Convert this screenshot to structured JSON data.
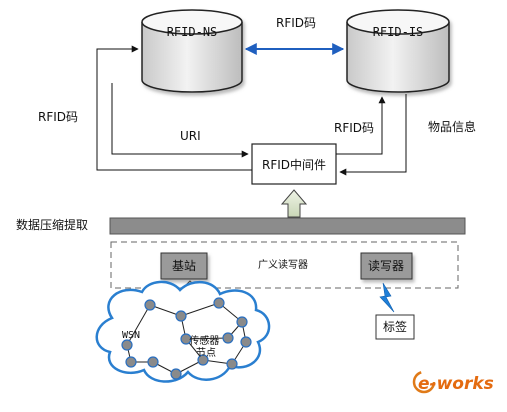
{
  "nodes": {
    "rfid_ns": "RFID-NS",
    "rfid_is": "RFID-IS",
    "middleware": "RFID中间件",
    "base_station": "基站",
    "reader": "读写器",
    "generalized_reader": "广义读写器",
    "tag": "标签",
    "wsn": "WSN",
    "sensor_node": "传感器节点"
  },
  "edge_labels": {
    "ns_is": "RFID码",
    "left_rfid": "RFID码",
    "uri": "URI",
    "right_rfid": "RFID码",
    "item_info": "物品信息",
    "data_compress": "数据压缩提取"
  },
  "watermark": "e-works",
  "colors": {
    "accent_arrow": "#1f5fbf",
    "bar_fill": "#8c8c8c",
    "box_fill": "#9a9a9a",
    "cloud_stroke": "#2a7fd0",
    "node_fill": "#8a8a8a",
    "node_edge": "#2a6fc0",
    "cylinder_top": "#f4f4f4",
    "cylinder_side": "#d8d8d8"
  }
}
